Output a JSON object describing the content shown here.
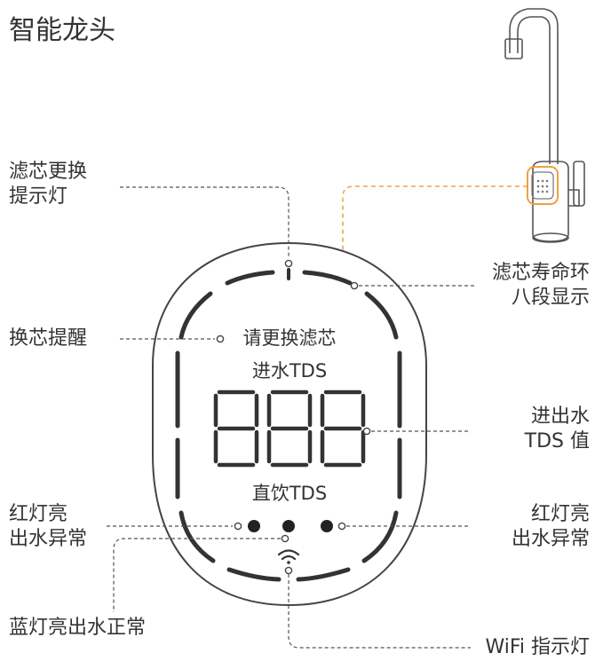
{
  "title": "智能龙头",
  "labels": {
    "filter_replace_indicator": [
      "滤芯更换",
      "提示灯"
    ],
    "filter_life_ring": [
      "滤芯寿命环",
      "八段显示"
    ],
    "replace_reminder": "换芯提醒",
    "inlet_tds_value": [
      "进出水",
      "TDS 值"
    ],
    "red_light_left": [
      "红灯亮",
      "出水异常"
    ],
    "red_light_right": [
      "红灯亮",
      "出水异常"
    ],
    "blue_light": "蓝灯亮出水正常",
    "wifi_indicator": "WiFi 指示灯"
  },
  "panel": {
    "replace_filter_text": "请更换滤芯",
    "inlet_tds_text": "进水TDS",
    "digits": "888",
    "direct_tds_text": "直饮TDS"
  },
  "colors": {
    "line": "#333333",
    "callout_dashed": "#555555",
    "faucet_highlight": "#f0a040",
    "indicator_dot": "#222222"
  }
}
